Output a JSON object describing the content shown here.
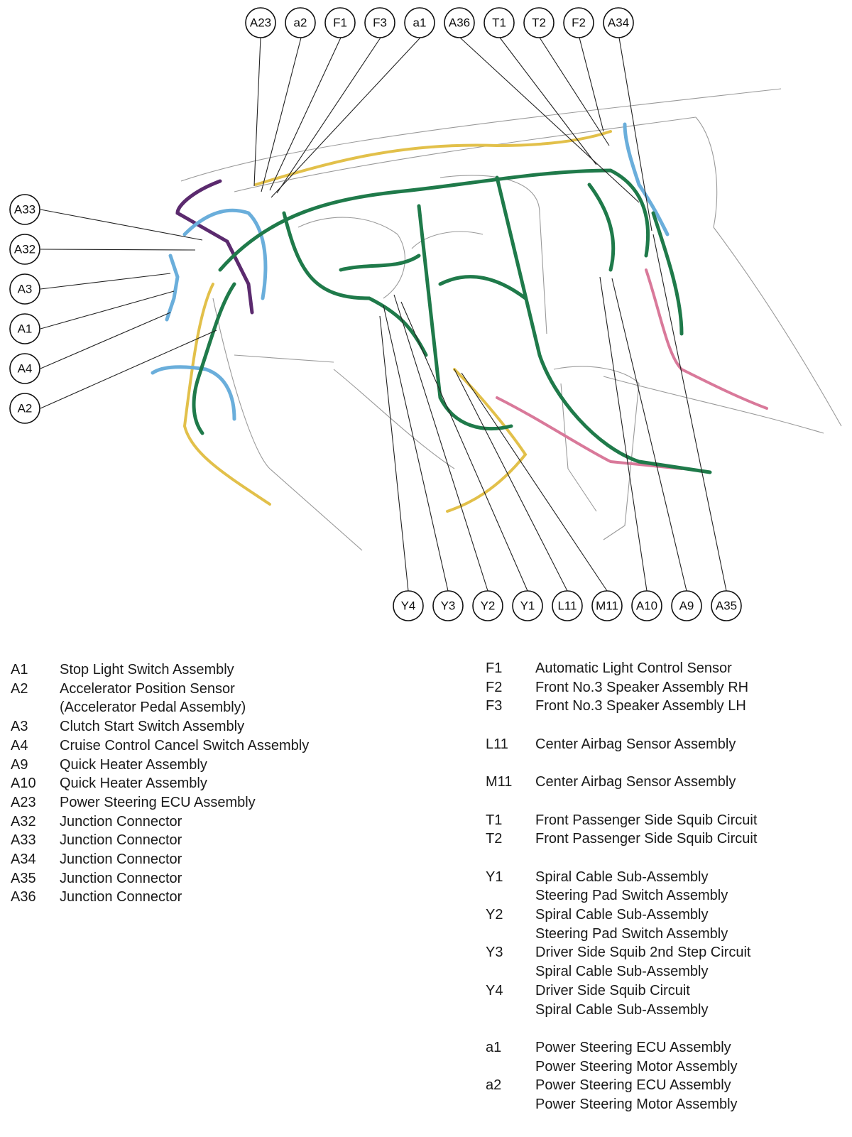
{
  "callouts_top": [
    "A23",
    "a2",
    "F1",
    "F3",
    "a1",
    "A36",
    "T1",
    "T2",
    "F2",
    "A34"
  ],
  "callouts_left": [
    "A33",
    "A32",
    "A3",
    "A1",
    "A4",
    "A2"
  ],
  "callouts_bottom": [
    "Y4",
    "Y3",
    "Y2",
    "Y1",
    "L11",
    "M11",
    "A10",
    "A9",
    "A35"
  ],
  "legend_left": [
    {
      "code": "A1",
      "lines": [
        "Stop Light Switch Assembly"
      ]
    },
    {
      "code": "A2",
      "lines": [
        "Accelerator Position Sensor",
        "(Accelerator Pedal Assembly)"
      ]
    },
    {
      "code": "A3",
      "lines": [
        "Clutch Start Switch Assembly"
      ]
    },
    {
      "code": "A4",
      "lines": [
        "Cruise Control Cancel Switch Assembly"
      ]
    },
    {
      "code": "A9",
      "lines": [
        "Quick Heater Assembly"
      ]
    },
    {
      "code": "A10",
      "lines": [
        "Quick Heater Assembly"
      ]
    },
    {
      "code": "A23",
      "lines": [
        "Power Steering ECU Assembly"
      ]
    },
    {
      "code": "A32",
      "lines": [
        "Junction Connector"
      ]
    },
    {
      "code": "A33",
      "lines": [
        "Junction Connector"
      ]
    },
    {
      "code": "A34",
      "lines": [
        "Junction Connector"
      ]
    },
    {
      "code": "A35",
      "lines": [
        "Junction Connector"
      ]
    },
    {
      "code": "A36",
      "lines": [
        "Junction Connector"
      ]
    }
  ],
  "legend_right": [
    {
      "code": "F1",
      "lines": [
        "Automatic Light Control Sensor"
      ]
    },
    {
      "code": "F2",
      "lines": [
        "Front No.3 Speaker Assembly RH"
      ]
    },
    {
      "code": "F3",
      "lines": [
        "Front No.3 Speaker Assembly LH"
      ]
    },
    {
      "gap": true
    },
    {
      "code": "L11",
      "lines": [
        "Center Airbag Sensor Assembly"
      ]
    },
    {
      "gap": true
    },
    {
      "code": "M11",
      "lines": [
        "Center Airbag Sensor Assembly"
      ]
    },
    {
      "gap": true
    },
    {
      "code": "T1",
      "lines": [
        "Front Passenger Side Squib Circuit"
      ]
    },
    {
      "code": "T2",
      "lines": [
        "Front Passenger Side Squib Circuit"
      ]
    },
    {
      "gap": true
    },
    {
      "code": "Y1",
      "lines": [
        "Spiral Cable Sub-Assembly",
        "Steering Pad Switch Assembly"
      ]
    },
    {
      "code": "Y2",
      "lines": [
        "Spiral Cable Sub-Assembly",
        "Steering Pad Switch Assembly"
      ]
    },
    {
      "code": "Y3",
      "lines": [
        "Driver Side Squib 2nd Step Circuit",
        "Spiral Cable Sub-Assembly"
      ]
    },
    {
      "code": "Y4",
      "lines": [
        "Driver Side Squib Circuit",
        "Spiral Cable Sub-Assembly"
      ]
    },
    {
      "gap": true
    },
    {
      "code": "a1",
      "lines": [
        "Power Steering ECU Assembly",
        "Power Steering Motor Assembly"
      ]
    },
    {
      "code": "a2",
      "lines": [
        "Power Steering ECU Assembly",
        "Power Steering Motor Assembly"
      ]
    }
  ]
}
